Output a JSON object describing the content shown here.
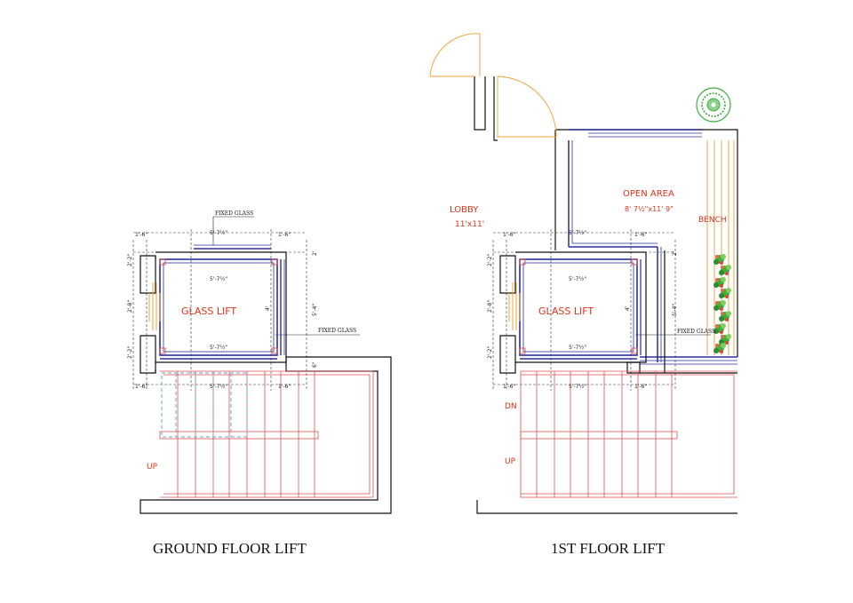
{
  "plans": {
    "ground": {
      "title": "GROUND FLOOR LIFT",
      "lift_label": "GLASS LIFT",
      "fixed_glass_top": "FIXED GLASS",
      "fixed_glass_right": "FIXED GLASS",
      "up_label": "UP",
      "dims": {
        "top_left": "1'-6\"",
        "top_mid": "5'-7½\"",
        "top_right": "1'-6\"",
        "inner_top": "5'-7½\"",
        "inner_bottom": "5'-7½\"",
        "bottom_left": "1'-6\"",
        "bottom_mid": "5'-7½\"",
        "bottom_right": "1'-6\"",
        "left_top": "2'-2\"",
        "left_mid": "2'-8\"",
        "left_bottom": "2'-2\"",
        "right_inner": "4'",
        "right_outer": "5'-4\"",
        "right_top": "2'",
        "right_bottom": "6\""
      }
    },
    "first": {
      "title": "1ST  FLOOR LIFT",
      "lift_label": "GLASS LIFT",
      "lobby_label": "LOBBY",
      "lobby_size": "11'x11'",
      "open_area_label": "OPEN AREA",
      "open_area_size": "8' 7½\"x11' 9\"",
      "bench_label": "BENCH",
      "fixed_glass": "FIXED GLASS",
      "dn_label": "DN",
      "up_label": "UP",
      "dims": {
        "top_left": "1'-6\"",
        "top_mid": "5'-7½\"",
        "top_right": "1'-6\"",
        "inner_top": "5'-7½\"",
        "inner_bottom": "5'-7½\"",
        "bottom_left": "1'-6\"",
        "bottom_mid": "5'-7½\"",
        "bottom_right": "1'-6\"",
        "left_top": "2'-2\"",
        "left_mid": "2'-8\"",
        "left_bottom": "2'-2\"",
        "right_inner": "4'",
        "right_outer": "5'-4\"",
        "right_top": "2'"
      }
    }
  },
  "colors": {
    "wall_blue": "#2b2f9e",
    "stair_red": "#e05050",
    "glass_orange": "#f0a030",
    "label_red": "#e0331a",
    "wall_black": "#111111",
    "dash_cyan": "#7ab8e8",
    "plant_green": "#3fae3f"
  }
}
